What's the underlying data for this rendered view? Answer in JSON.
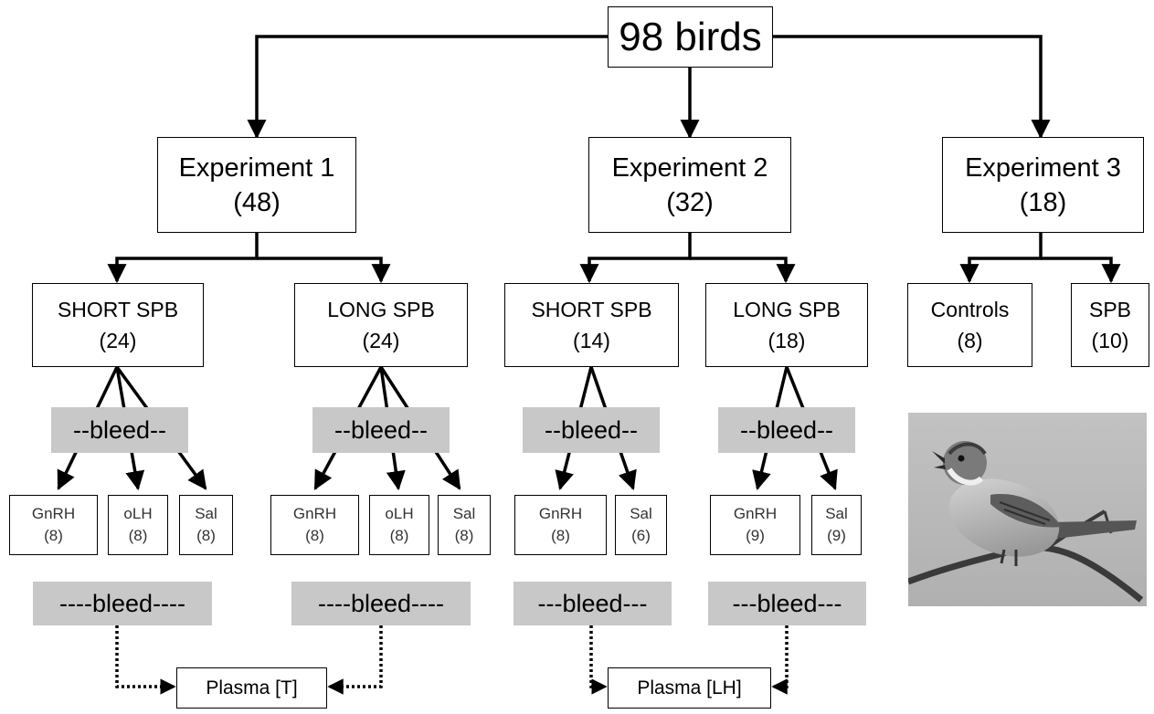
{
  "root": {
    "label": "98 birds"
  },
  "experiments": [
    {
      "title": "Experiment 1",
      "count": "(48)"
    },
    {
      "title": "Experiment 2",
      "count": "(32)"
    },
    {
      "title": "Experiment 3",
      "count": "(18)"
    }
  ],
  "groups": [
    {
      "title": "SHORT SPB",
      "count": "(24)"
    },
    {
      "title": "LONG SPB",
      "count": "(24)"
    },
    {
      "title": "SHORT SPB",
      "count": "(14)"
    },
    {
      "title": "LONG SPB",
      "count": "(18)"
    },
    {
      "title": "Controls",
      "count": "(8)"
    },
    {
      "title": "SPB",
      "count": "(10)"
    }
  ],
  "bleed_first": [
    "--bleed--",
    "--bleed--",
    "--bleed--",
    "--bleed--"
  ],
  "treatments": [
    {
      "title": "GnRH",
      "count": "(8)"
    },
    {
      "title": "oLH",
      "count": "(8)"
    },
    {
      "title": "Sal",
      "count": "(8)"
    },
    {
      "title": "GnRH",
      "count": "(8)"
    },
    {
      "title": "oLH",
      "count": "(8)"
    },
    {
      "title": "Sal",
      "count": "(8)"
    },
    {
      "title": "GnRH",
      "count": "(8)"
    },
    {
      "title": "Sal",
      "count": "(6)"
    },
    {
      "title": "GnRH",
      "count": "(9)"
    },
    {
      "title": "Sal",
      "count": "(9)"
    }
  ],
  "bleed_second": [
    "----bleed----",
    "----bleed----",
    "---bleed---",
    "---bleed---"
  ],
  "outputs": [
    "Plasma [T]",
    "Plasma [LH]"
  ]
}
